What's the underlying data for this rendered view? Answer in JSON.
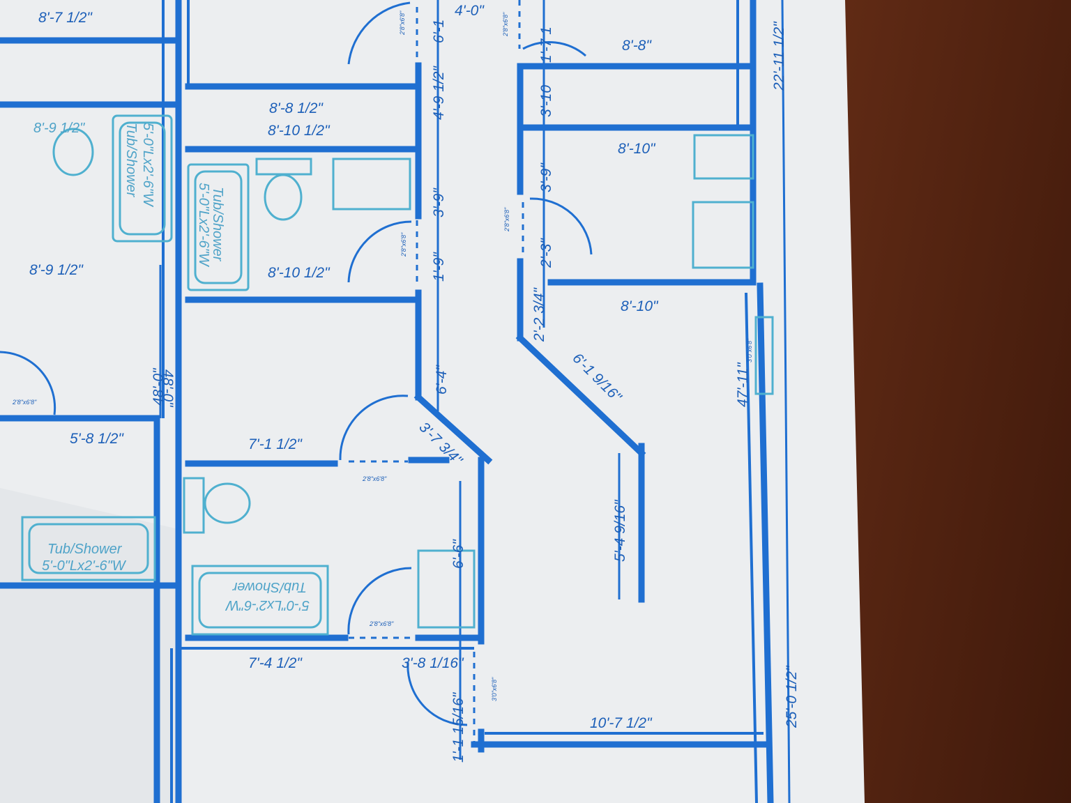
{
  "plan": {
    "dimensions": [
      "8'-7 1/2\"",
      "4'-0\"",
      "8'-8\"",
      "22'-11 1/2\"",
      "4'-9 1/2\"",
      "8'-8 1/2\"",
      "8'-10 1/2\"",
      "8'-9 1/2\"",
      "3'-10",
      "8'-10\"",
      "3'-9\"",
      "3'-9\"",
      "2'-3\"",
      "1'-9\"",
      "8'-9 1/2\"",
      "8'-10 1/2\"",
      "8'-10\"",
      "2'-2 3/4\"",
      "6'-1 9/16\"",
      "47'-11\"",
      "48'-0\"",
      "48'-0\"",
      "6'-4\"",
      "5'-8 1/2\"",
      "7'-1 1/2\"",
      "3'-7 3/4\"",
      "5'-4 9/16\"",
      "6'-6\"",
      "7'-4 1/2\"",
      "3'-8 1/16\"",
      "25'-0 1/2\"",
      "1'-1 15/16\"",
      "10'-7 1/2\"",
      "6'-1",
      "1'-7 1"
    ],
    "fixtures": {
      "tub_left_upper": [
        "5'-0\"Lx2'-6\"W",
        "Tub/Shower"
      ],
      "tub_center_upper": [
        "Tub/Shower",
        "5'-0\"Lx2'-6\"W"
      ],
      "tub_left_lower": [
        "Tub/Shower",
        "5'-0\"Lx2'-6\"W"
      ],
      "tub_center_lower": [
        "5'-0\"Lx2'-6\"W",
        "Tub/Shower"
      ]
    },
    "door_tags": [
      "2'8\"x6'8\"",
      "3'0\"x6'8\""
    ]
  },
  "colors": {
    "line": "#1f6fd1",
    "fixture": "#4fb0cf",
    "paper": "#eceff1",
    "desk": "#5a2a16"
  }
}
